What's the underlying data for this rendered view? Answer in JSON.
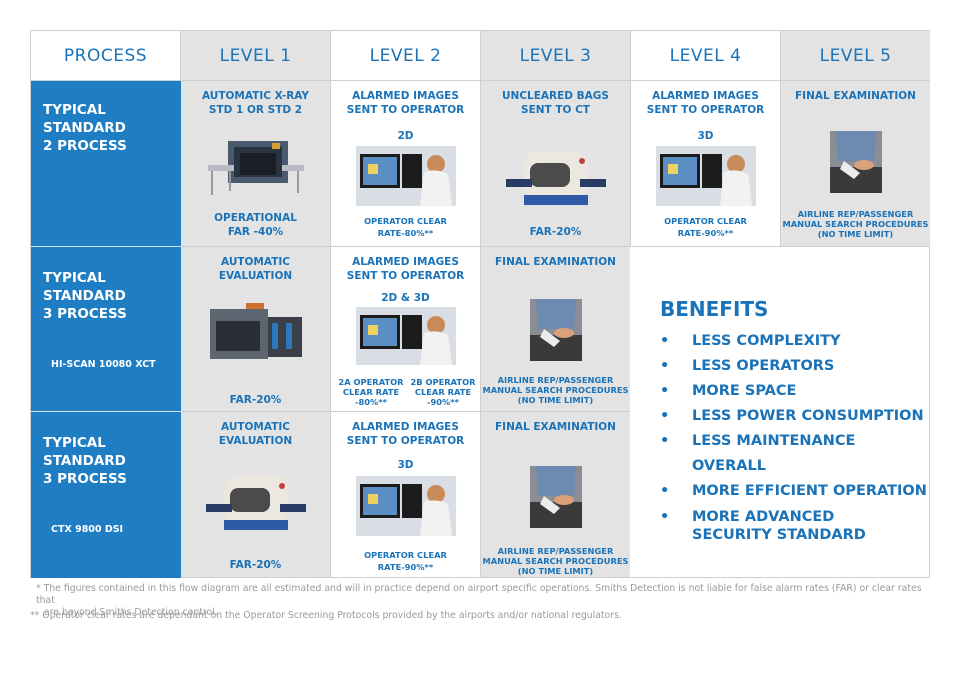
{
  "headers": [
    "PROCESS",
    "LEVEL 1",
    "LEVEL 2",
    "LEVEL 3",
    "LEVEL 4",
    "LEVEL 5"
  ],
  "rows": [
    {
      "process_title_line1": "TYPICAL STANDARD",
      "process_title_line2": "2 PROCESS",
      "machine_label": "",
      "l1_top1": "AUTOMATIC X-RAY",
      "l1_top2": "STD 1 OR STD 2",
      "l1_bottom1": "OPERATIONAL",
      "l1_bottom2": "FAR -40%",
      "l2_top1": "ALARMED IMAGES",
      "l2_top2": "SENT TO OPERATOR",
      "l2_mode": "2D",
      "l2_bottom1": "OPERATOR CLEAR",
      "l2_bottom2": "RATE-80%**",
      "l3_top1": "UNCLEARED BAGS",
      "l3_top2": "SENT TO CT",
      "l3_bottom": "FAR-20%",
      "l4_top1": "ALARMED IMAGES",
      "l4_top2": "SENT TO OPERATOR",
      "l4_mode": "3D",
      "l4_bottom1": "OPERATOR CLEAR",
      "l4_bottom2": "RATE-90%**",
      "l5_top": "FINAL EXAMINATION",
      "l5_bottom1": "AIRLINE REP/PASSENGER",
      "l5_bottom2": "MANUAL SEARCH PROCEDURES",
      "l5_bottom3": "(NO TIME LIMIT)"
    },
    {
      "process_title_line1": "TYPICAL STANDARD",
      "process_title_line2": "3 PROCESS",
      "machine_label": "HI-SCAN 10080 XCT",
      "l1_top1": "AUTOMATIC",
      "l1_top2": "EVALUATION",
      "l1_bottom": "FAR-20%",
      "l2_top1": "ALARMED IMAGES",
      "l2_top2": "SENT TO OPERATOR",
      "l2_mode": "2D & 3D",
      "l2_a1": "2A OPERATOR",
      "l2_a2": "CLEAR RATE",
      "l2_a3": "-80%**",
      "l2_b1": "2B OPERATOR",
      "l2_b2": "CLEAR RATE",
      "l2_b3": "-90%**",
      "l3_top": "FINAL EXAMINATION",
      "l3_bottom1": "AIRLINE REP/PASSENGER",
      "l3_bottom2": "MANUAL SEARCH PROCEDURES",
      "l3_bottom3": "(NO TIME LIMIT)"
    },
    {
      "process_title_line1": "TYPICAL STANDARD",
      "process_title_line2": "3 PROCESS",
      "machine_label": "CTX 9800 DSI",
      "l1_top1": "AUTOMATIC",
      "l1_top2": "EVALUATION",
      "l1_bottom": "FAR-20%",
      "l2_top1": "ALARMED IMAGES",
      "l2_top2": "SENT TO OPERATOR",
      "l2_mode": "3D",
      "l2_bottom1": "OPERATOR CLEAR",
      "l2_bottom2": "RATE-90%**",
      "l3_top": "FINAL EXAMINATION",
      "l3_bottom1": "AIRLINE REP/PASSENGER",
      "l3_bottom2": "MANUAL SEARCH PROCEDURES",
      "l3_bottom3": "(NO TIME LIMIT)"
    }
  ],
  "benefits": {
    "title": "BENEFITS",
    "bullet": "•",
    "items": [
      "LESS COMPLEXITY",
      "LESS OPERATORS",
      "MORE SPACE",
      "LESS POWER CONSUMPTION",
      "LESS MAINTENANCE OVERALL",
      "MORE EFFICIENT OPERATION",
      "MORE ADVANCED",
      "SECURITY STANDARD"
    ]
  },
  "footnotes": {
    "note1_line1": "* The figures contained in this flow diagram are all estimated and will in practice depend on airport specific operations. Smiths Detection is not liable for false alarm rates (FAR) or clear rates that",
    "note1_line2": "are beyond Smiths Detection control.",
    "note2": "** Operator clear rates are dependant on the Operator Screening Protocols provided by the airports and/or national regulators."
  },
  "colors": {
    "brand_blue": "#1f7dc4",
    "text_blue": "#1a73b8",
    "cell_grey": "#e3e3e3",
    "footnote_grey": "#9a9a9a"
  },
  "icons": [
    "xray-machine-icon",
    "operator-screen-icon",
    "ct-scanner-icon",
    "manual-search-icon"
  ]
}
